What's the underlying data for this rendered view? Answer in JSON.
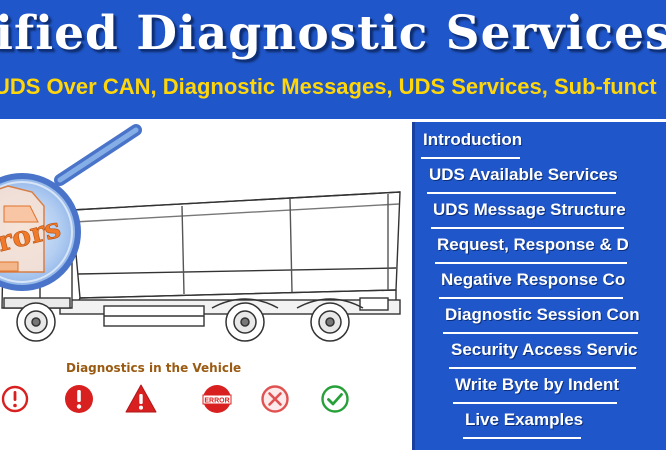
{
  "header": {
    "title": "nified Diagnostic Services (UD",
    "subtitle": "UDS Over CAN, Diagnostic Messages, UDS Services, Sub-funct"
  },
  "illustration": {
    "magnifier_text": "rors",
    "caption": "Diagnostics in the Vehicle",
    "status_icons": [
      "info-icon",
      "alert-circle-icon",
      "warning-icon",
      "error-icon",
      "close-circle-icon",
      "check-circle-icon"
    ],
    "error_label": "ERROR"
  },
  "menu": {
    "items": [
      {
        "label": "Introduction"
      },
      {
        "label": "UDS Available Services"
      },
      {
        "label": "UDS Message Structure"
      },
      {
        "label": "Request, Response & D"
      },
      {
        "label": "Negative Response Co"
      },
      {
        "label": "Diagnostic Session Con"
      },
      {
        "label": "Security Access Servic"
      },
      {
        "label": "Write Byte by Indent"
      },
      {
        "label": "Live Examples"
      }
    ]
  },
  "colors": {
    "header_bg": "#1f56c9",
    "subtitle": "#ffd60a",
    "caption": "#9a5a12",
    "magnifier_orange": "#f07a2a",
    "icon_red": "#d92020",
    "icon_green": "#27a03a"
  }
}
